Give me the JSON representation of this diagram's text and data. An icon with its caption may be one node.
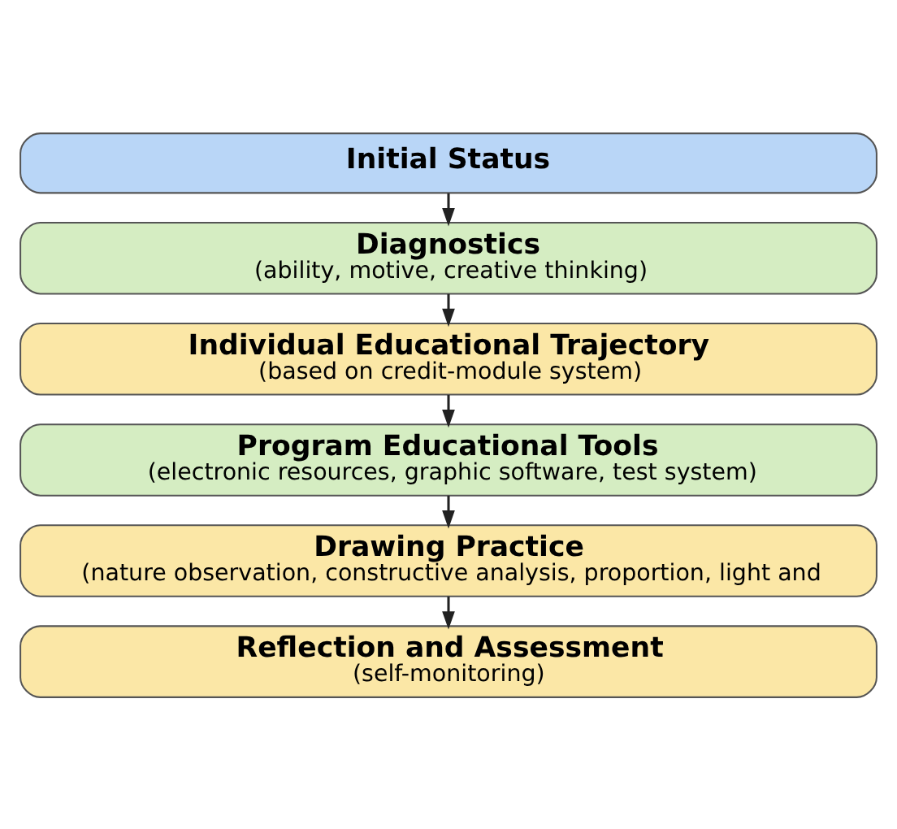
{
  "diagram": {
    "nodes": [
      {
        "text": [
          "Initial Status"
        ]
      },
      {
        "text": [
          "Diagnostics",
          "(ability, motive, creative thinking)"
        ]
      },
      {
        "text": [
          "Individual Educational Trajectory",
          "(based on credit-module system)"
        ]
      },
      {
        "text": [
          "Program Educational Tools",
          "(electronic resources, graphic software, test system)"
        ]
      },
      {
        "text": [
          "Drawing Practice",
          "(nature observation, constructive analysis, proportion, light and"
        ]
      },
      {
        "text": [
          "Reflection and Assessment",
          "(self-monitoring)"
        ]
      }
    ],
    "edges": [
      {
        "from": 0,
        "to": 1,
        "arrow": "to"
      },
      {
        "from": 1,
        "to": 2,
        "arrow": "to"
      },
      {
        "from": 2,
        "to": 3,
        "arrow": "to"
      },
      {
        "from": 3,
        "to": 4,
        "arrow": "to"
      },
      {
        "from": 4,
        "to": 5,
        "arrow": "to"
      }
    ]
  }
}
